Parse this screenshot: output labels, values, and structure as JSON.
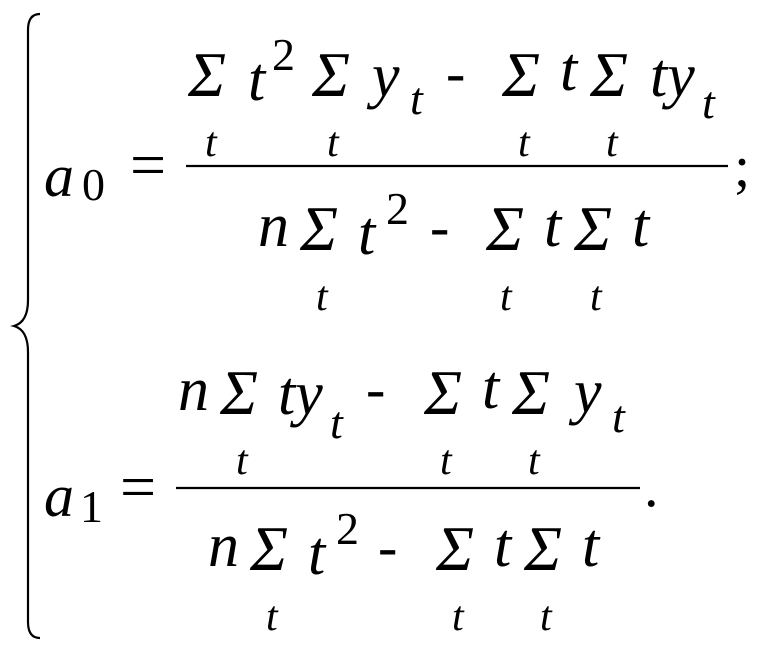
{
  "formula": {
    "line1": {
      "lhs_var": "a",
      "lhs_sub": "0",
      "equals": "=",
      "num": {
        "sum1": "Σ",
        "sum1_under": "t",
        "t1": "t",
        "t1_exp": "2",
        "sum2": "Σ",
        "sum2_under": "t",
        "y": "y",
        "y_sub": "t",
        "minus": "-",
        "sum3": "Σ",
        "sum3_under": "t",
        "t3": "t",
        "sum4": "Σ",
        "sum4_under": "t",
        "ty": "ty",
        "ty_sub": "t"
      },
      "den": {
        "n": "n",
        "sum1": "Σ",
        "sum1_under": "t",
        "t1": "t",
        "t1_exp": "2",
        "minus": "-",
        "sum2": "Σ",
        "sum2_under": "t",
        "t2": "t",
        "sum3": "Σ",
        "sum3_under": "t",
        "t3": "t"
      },
      "end": ";"
    },
    "line2": {
      "lhs_var": "a",
      "lhs_sub": "1",
      "equals": "=",
      "num": {
        "n": "n",
        "sum1": "Σ",
        "sum1_under": "t",
        "ty": "ty",
        "ty_sub": "t",
        "minus": "-",
        "sum2": "Σ",
        "sum2_under": "t",
        "t2": "t",
        "sum3": "Σ",
        "sum3_under": "t",
        "y": "y",
        "y_sub": "t"
      },
      "den": {
        "n": "n",
        "sum1": "Σ",
        "sum1_under": "t",
        "t1": "t",
        "t1_exp": "2",
        "minus": "-",
        "sum2": "Σ",
        "sum2_under": "t",
        "t2": "t",
        "sum3": "Σ",
        "sum3_under": "t",
        "t3": "t"
      },
      "end": "."
    }
  }
}
